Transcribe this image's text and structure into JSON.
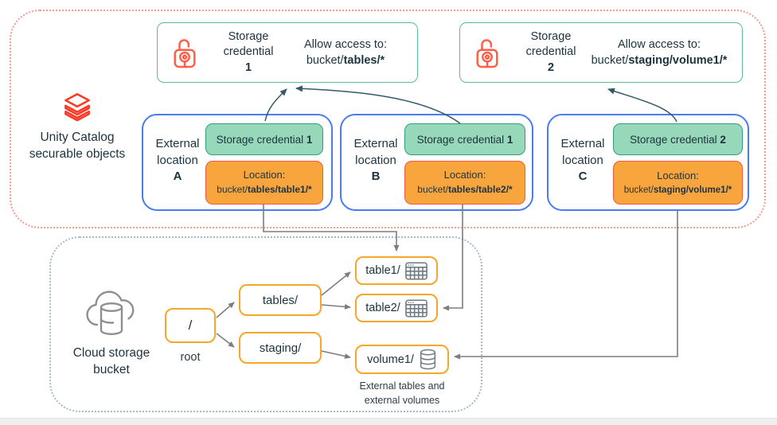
{
  "unity_area": {
    "title_line1": "Unity Catalog",
    "title_line2": "securable objects"
  },
  "credentials": [
    {
      "name_line1": "Storage",
      "name_line2": "credential",
      "number": "1",
      "allow_label": "Allow access to:",
      "path_prefix": "bucket/",
      "path_bold": "tables/*"
    },
    {
      "name_line1": "Storage",
      "name_line2": "credential",
      "number": "2",
      "allow_label": "Allow access to:",
      "path_prefix": "bucket/",
      "path_bold": "staging/volume1/*"
    }
  ],
  "locations": [
    {
      "label_line1": "External",
      "label_line2": "location",
      "letter": "A",
      "credential_label": "Storage credential",
      "credential_number": "1",
      "location_label": "Location:",
      "path_prefix": "bucket/",
      "path_bold": "tables/table1/*"
    },
    {
      "label_line1": "External",
      "label_line2": "location",
      "letter": "B",
      "credential_label": "Storage credential",
      "credential_number": "1",
      "location_label": "Location:",
      "path_prefix": "bucket/",
      "path_bold": "tables/table2/*"
    },
    {
      "label_line1": "External",
      "label_line2": "location",
      "letter": "C",
      "credential_label": "Storage credential",
      "credential_number": "2",
      "location_label": "Location:",
      "path_prefix": "bucket/",
      "path_bold": "staging/volume1/*"
    }
  ],
  "bucket": {
    "title_line1": "Cloud storage",
    "title_line2": "bucket",
    "root_label": "/",
    "root_caption": "root",
    "folder_tables": "tables/",
    "folder_staging": "staging/",
    "leaf_table1": "table1/",
    "leaf_table2": "table2/",
    "leaf_volume1": "volume1/",
    "caption_line1": "External tables and",
    "caption_line2": "external volumes"
  },
  "icons": {
    "unity": "databricks-layers-icon",
    "credential": "lock-icon",
    "bucket": "cloud-database-icon",
    "table": "table-grid-icon",
    "volume": "volume-cylinder-icon"
  },
  "colors": {
    "databricks_red": "#ff3621",
    "lock_red": "#ff5f46",
    "credential_border_green": "#58bd95",
    "green_fill": "#97d8ba",
    "green_border": "#2f9e78",
    "orange_fill": "#f9a53e",
    "orange_border": "#f25b40",
    "location_border_blue": "#4a7af5",
    "tree_border_orange": "#f6a72b",
    "unity_dotted_red": "#f59a8f",
    "bucket_dotted_gray": "#a3bccb",
    "arrow_gray": "#7d7d7d",
    "arrow_teal": "#33596b",
    "text_dark": "#1c333e"
  }
}
